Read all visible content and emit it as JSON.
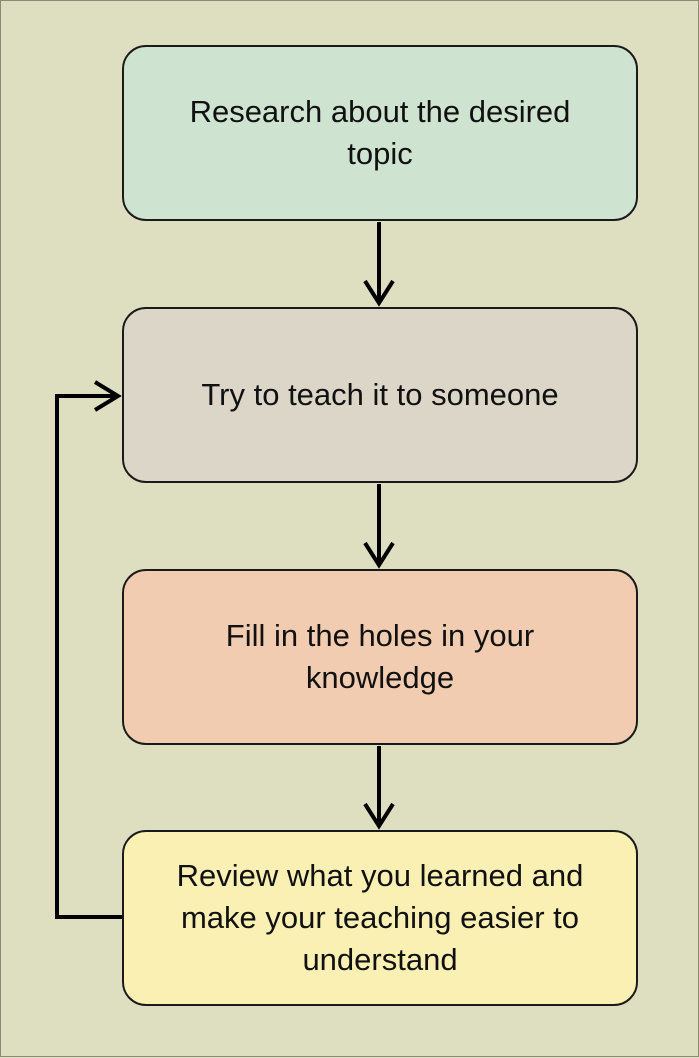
{
  "steps": [
    {
      "label": "Research about the desired topic",
      "color": "#cfe3d1"
    },
    {
      "label": "Try to teach it to someone",
      "color": "#dbd6c8"
    },
    {
      "label": "Fill in the holes in your knowledge",
      "color": "#f2ccb0"
    },
    {
      "label": "Review what you learned and make your teaching easier to understand",
      "color": "#fbf0b4"
    }
  ],
  "background_color": "#dedfc1",
  "line_color": "#000000"
}
